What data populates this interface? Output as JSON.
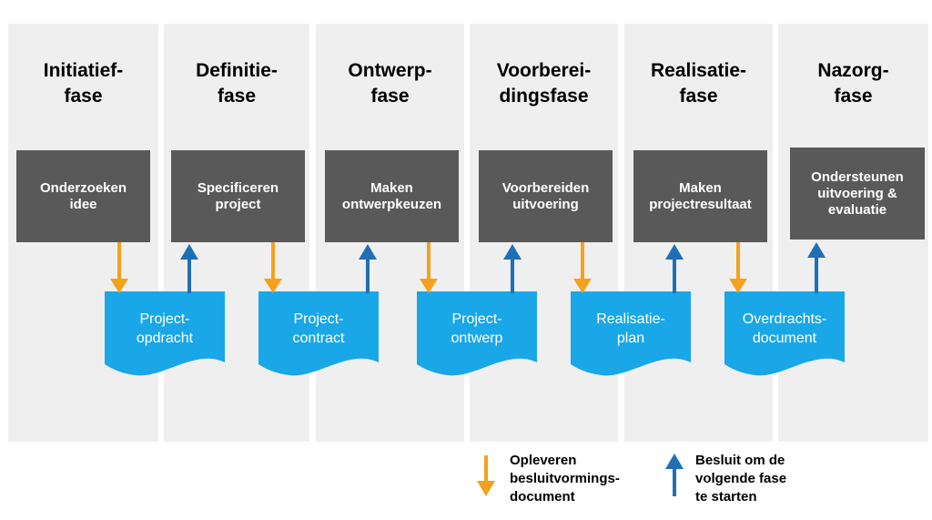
{
  "phases": [
    {
      "title": "Initiatief-\nfase",
      "activity": "Onderzoeken\nidee",
      "document": "Project-\nopdracht"
    },
    {
      "title": "Definitie-\nfase",
      "activity": "Specificeren\nproject",
      "document": "Project-\ncontract"
    },
    {
      "title": "Ontwerp-\nfase",
      "activity": "Maken\nontwerpkeuzen",
      "document": "Project-\nontwerp"
    },
    {
      "title": "Voorberei-\ndingsfase",
      "activity": "Voorbereiden\nuitvoering",
      "document": "Realisatie-\nplan"
    },
    {
      "title": "Realisatie-\nfase",
      "activity": "Maken\nprojectresultaat",
      "document": "Overdrachts-\ndocument"
    },
    {
      "title": "Nazorg-\nfase",
      "activity": "Ondersteunen\nuitvoering &\nevaluatie"
    }
  ],
  "legend": {
    "deliver": "Opleveren\nbesluitvormings-\ndocument",
    "decide": "Besluit om de\nvolgende fase\nte starten"
  },
  "colors": {
    "column": "#efefef",
    "activity": "#595959",
    "document": "#1aa7e8",
    "deliver_arrow": "#f5a11c",
    "decide_arrow": "#1f6fb7"
  }
}
